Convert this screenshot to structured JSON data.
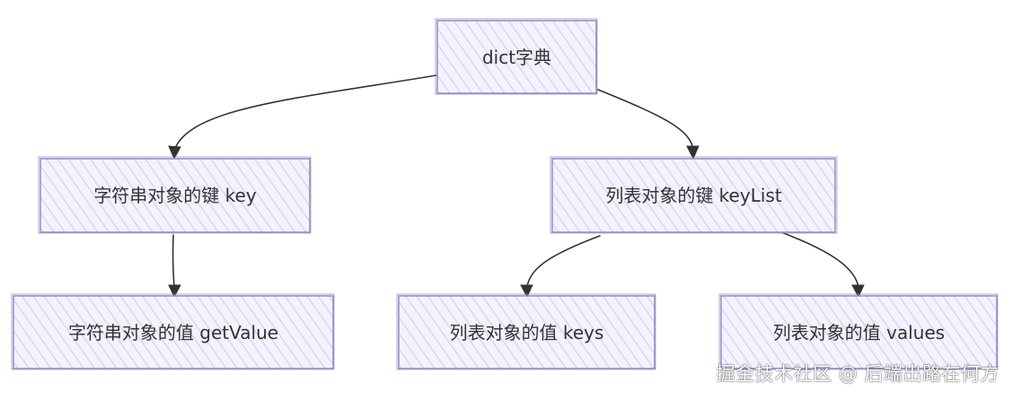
{
  "nodes": {
    "root": "dict字典",
    "key": "字符串对象的键 key",
    "key_list": "列表对象的键 keyList",
    "get_value": "字符串对象的值 getValue",
    "keys": "列表对象的值 keys",
    "values": "列表对象的值 values"
  },
  "watermark": "掘金技术社区 @ 后端出路在何方",
  "colors": {
    "node_fill": "#ececfb",
    "node_stroke": "#9a90c8",
    "edge": "#333333",
    "text": "#333333"
  }
}
